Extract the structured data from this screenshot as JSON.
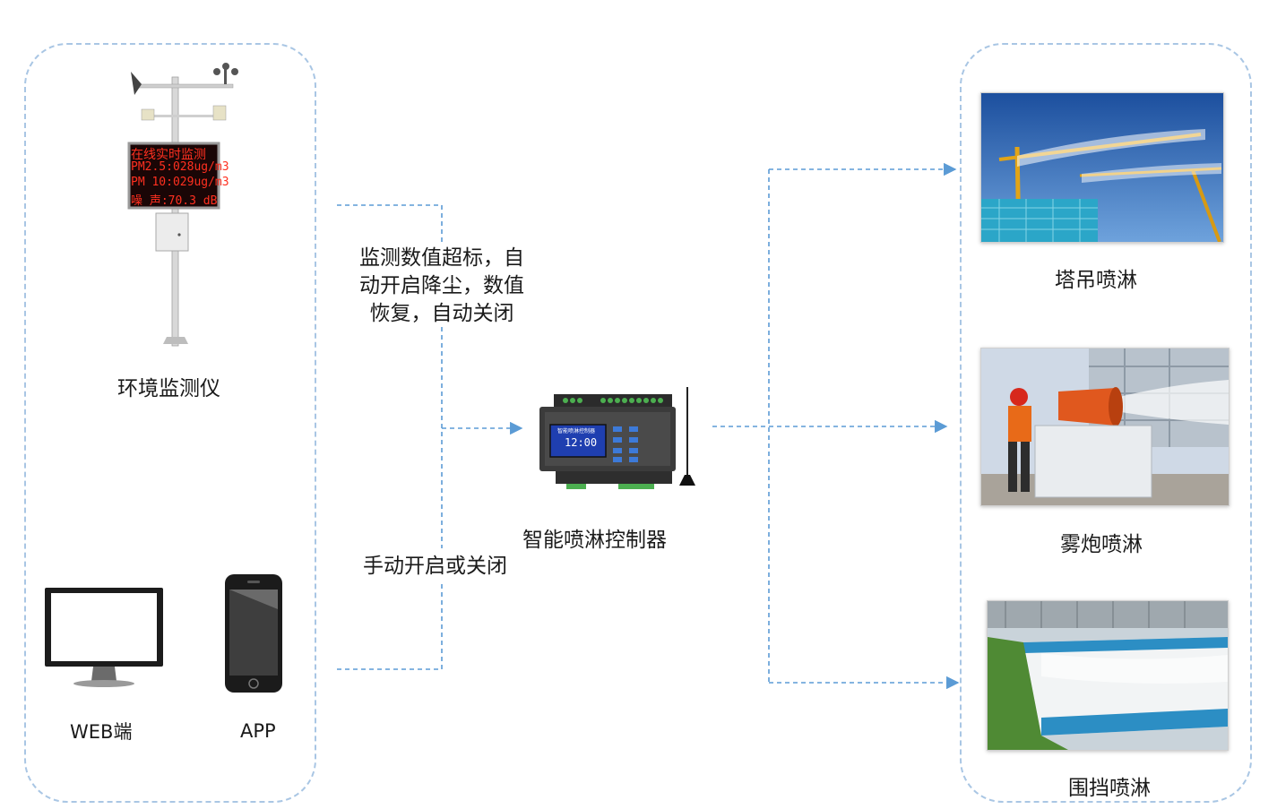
{
  "left_panel": {
    "monitor_label": "环境监测仪",
    "led_lines": [
      "在线实时监测",
      "PM2.5:028ug/m3",
      "PM 10:029ug/m3",
      "噪 声:70.3  dB"
    ],
    "web_label": "WEB端",
    "app_label": "APP"
  },
  "notes": {
    "auto_rule": [
      "监测数值超标，自",
      "动开启降尘，数值",
      "恢复，自动关闭"
    ],
    "manual_rule": "手动开启或关闭"
  },
  "controller": {
    "label": "智能喷淋控制器",
    "screen_time": "12:00",
    "screen_title": "智能喷淋控制器"
  },
  "right_panel": {
    "items": [
      {
        "label": "塔吊喷淋",
        "icon": "tower-crane-spray-photo"
      },
      {
        "label": "雾炮喷淋",
        "icon": "fog-cannon-spray-photo"
      },
      {
        "label": "围挡喷淋",
        "icon": "fence-spray-photo"
      }
    ]
  },
  "colors": {
    "panel_border": "#a9c6e4",
    "connector": "#5b9bd5",
    "led_text": "#ff3020"
  }
}
